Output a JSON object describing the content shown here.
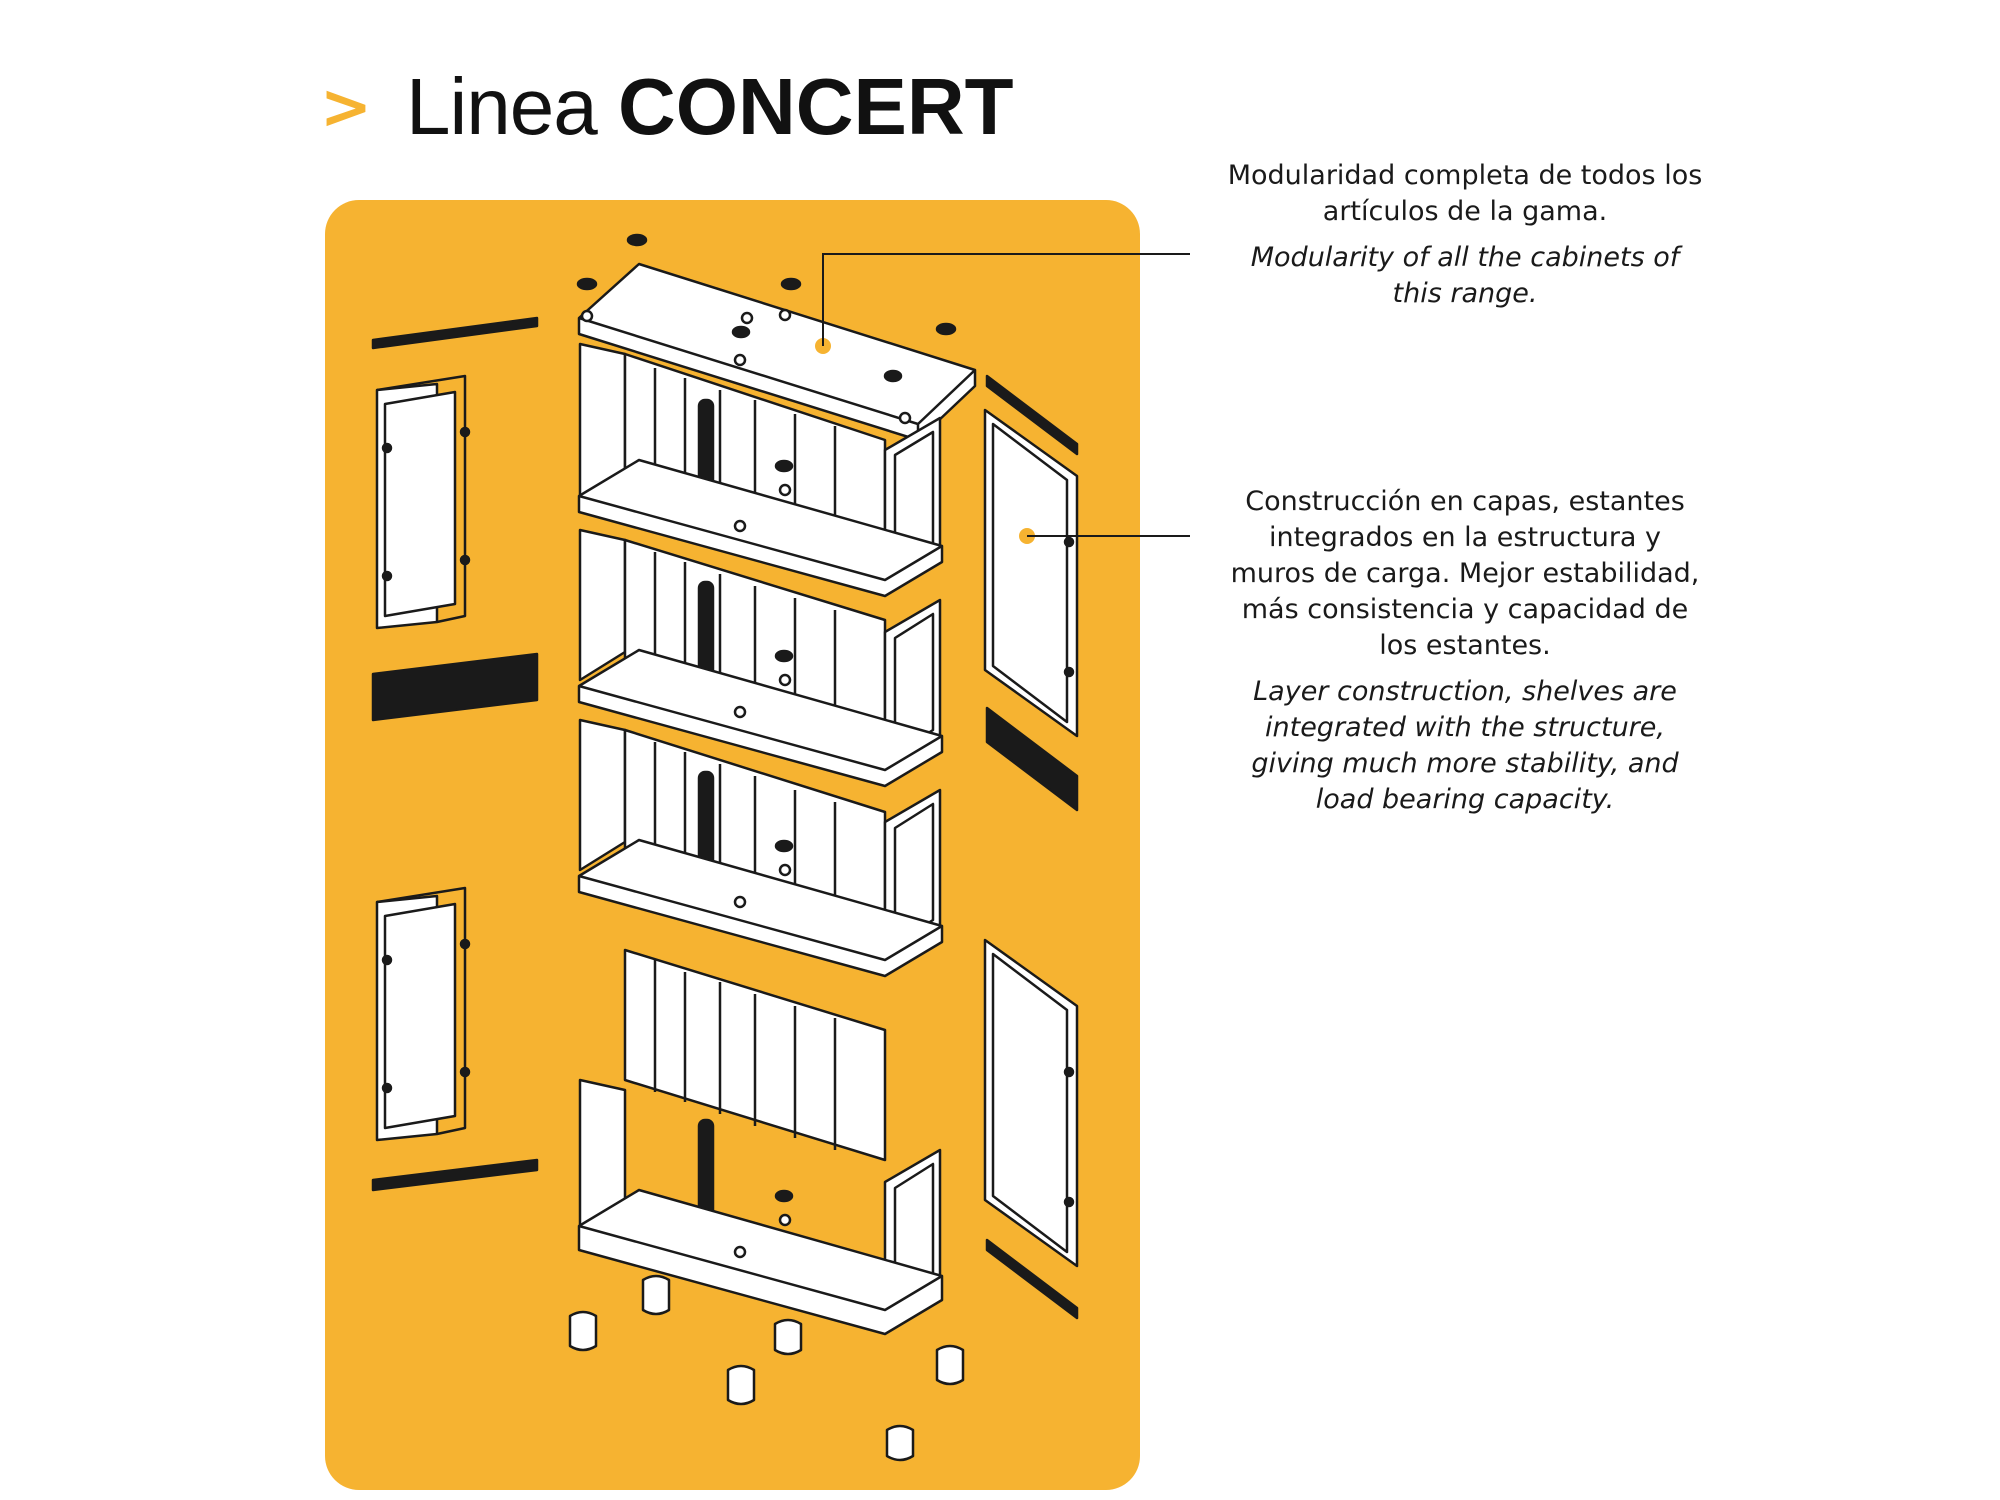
{
  "header": {
    "arrow": ">",
    "title_light": "Linea",
    "title_bold": "CONCERT"
  },
  "colors": {
    "accent": "#F6B331",
    "outline": "#1a1a1a",
    "part_fill": "#ffffff"
  },
  "callouts": [
    {
      "es": "Modularidad completa de todos los artículos de la gama.",
      "en": "Modularity of all the cabinets of this range."
    },
    {
      "es": "Construcción en capas, estantes integrados en la estructura y muros de carga. Mejor estabilidad, más consistencia y capacidad de los estantes.",
      "en": "Layer construction, shelves are integrated with the structure, giving much more stability, and load bearing capacity."
    }
  ]
}
